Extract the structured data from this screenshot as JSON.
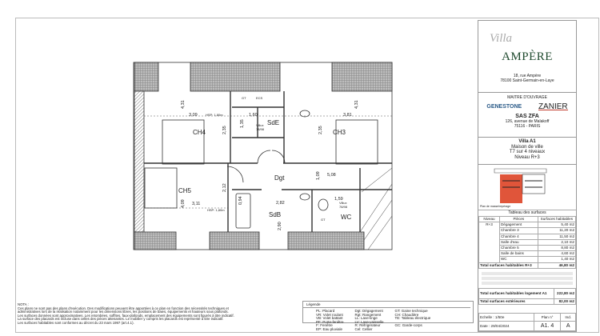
{
  "plan": {
    "rooms": {
      "ch4": "CH4",
      "ch3": "CH3",
      "ch5": "CH5",
      "sde": "SdE",
      "sdb": "SdB",
      "wc": "WC",
      "dgt": "Dgt",
      "gt_top": "GT",
      "ecs": "ECS",
      "gt_wc": "GT"
    },
    "dims": {
      "d431a": "4,31",
      "d431b": "4,31",
      "d309": "3,09",
      "d381": "3,81",
      "d160": "1,60",
      "d135": "1,35",
      "d235a": "2,35",
      "d235b": "2,35",
      "d508": "5,08",
      "d109": "1,09",
      "d212": "2,12",
      "d409": "4,09",
      "d311": "3,11",
      "d094": "0,94",
      "d282": "2,82",
      "d290": "2,90",
      "d159": "1,59"
    },
    "hsp1": "HSP: 1,80m",
    "hsp2": "HSP: 1,80m",
    "velux1": "Villux",
    "velux1b": "78/98",
    "velux2": "Villux",
    "velux2b": "78/98"
  },
  "title_block": {
    "logo_script": "Villa",
    "logo_name": "AMPÈRE",
    "address1": "18, rue Ampère",
    "address2": "78100 Saint-Germain-en-Laye",
    "owner_label": "MAITRE D'OUVRAGE",
    "brand1": "GENESTONE",
    "brand2": "ZANIER",
    "company": "SAS ZFA",
    "company_addr1": "126, avenue de Malakoff",
    "company_addr2": "75116 - PARIS",
    "villa": "Villa A1",
    "type1": "Maison de ville",
    "type2": "T7 sur 4 niveaux",
    "level": "Niveau R+3",
    "key_plan_label": "Plan de masse/repérage",
    "table_title": "Tableau des surfaces",
    "headers": [
      "Niveau",
      "Pièces",
      "Surfaces habitables"
    ],
    "niveau": "R+3",
    "rows": [
      {
        "piece": "Dégagement",
        "surface": "5,40 m2"
      },
      {
        "piece": "Chambre 3",
        "surface": "11,20 m2"
      },
      {
        "piece": "Chambre 4",
        "surface": "11,50 m2"
      },
      {
        "piece": "Salle d'eau",
        "surface": "2,10 m2"
      },
      {
        "piece": "Chambre 5",
        "surface": "8,80 m2"
      },
      {
        "piece": "Salle de bains",
        "surface": "4,60 m2"
      },
      {
        "piece": "WC",
        "surface": "1,40 m2"
      }
    ],
    "total_level_label": "Total surfaces habitables R+3",
    "total_level": "46,80 m2",
    "total_home_label": "Total surfaces habitables logement A1",
    "total_home": "222,80 m2",
    "total_ext_label": "Total surfaces extérieures",
    "total_ext": "82,00 m2",
    "scale": "Echelle : 1/50e",
    "date": "Date : 29/04/2024",
    "plan_no_label": "Plan n°",
    "plan_no": "A1. 4",
    "ind_label": "Ind.",
    "ind": "A"
  },
  "notes": {
    "title": "NOTA :",
    "lines": [
      "Ces plans ne sont pas des plans d'exécution. Des modifications peuvent être apportées à ce plan en fonction des nécessités techniques et",
      "administratives lors de la réalisation notamment pour les dimensions libres, les positions de baies, équipements et hauteurs sous plafonds.",
      "Les surfaces données sont approximatives. Les retombées, soffites, faux-plafonds, emplacement des équipements sont figurés à titre indicatif.",
      "La surface des placards est incluse dans celles des pièces attenantes. Le mobilier y compris les placards est représenté à titre indicatif.",
      "Les surfaces habitables sont conformes au décret du 23 mars 1997 (art.4.1)."
    ]
  },
  "legend": {
    "title": "Légende",
    "col1": [
      "PL: Placard",
      "VR: Volet roulant",
      "VB: Volet battant",
      "PF: Porte-fenêtre",
      "F: Fenêtre",
      "EP: Eau pluviale"
    ],
    "col2": [
      "Dgt: Dégagement",
      "Rgt: Rangement",
      "LL: Lave-linge",
      "LV: Lave-vaisselle",
      "R: Réfrigérateur",
      "Cel: Cellier"
    ],
    "col3": [
      "GT: Gaine technique",
      "CH: Chaudière",
      "TE: Tableau électrique",
      "",
      "GC: Garde-corps"
    ]
  },
  "colors": {
    "accent": "#1f4a2e",
    "key_plan": "#e0553a",
    "hatch": "#9a9a9a"
  }
}
